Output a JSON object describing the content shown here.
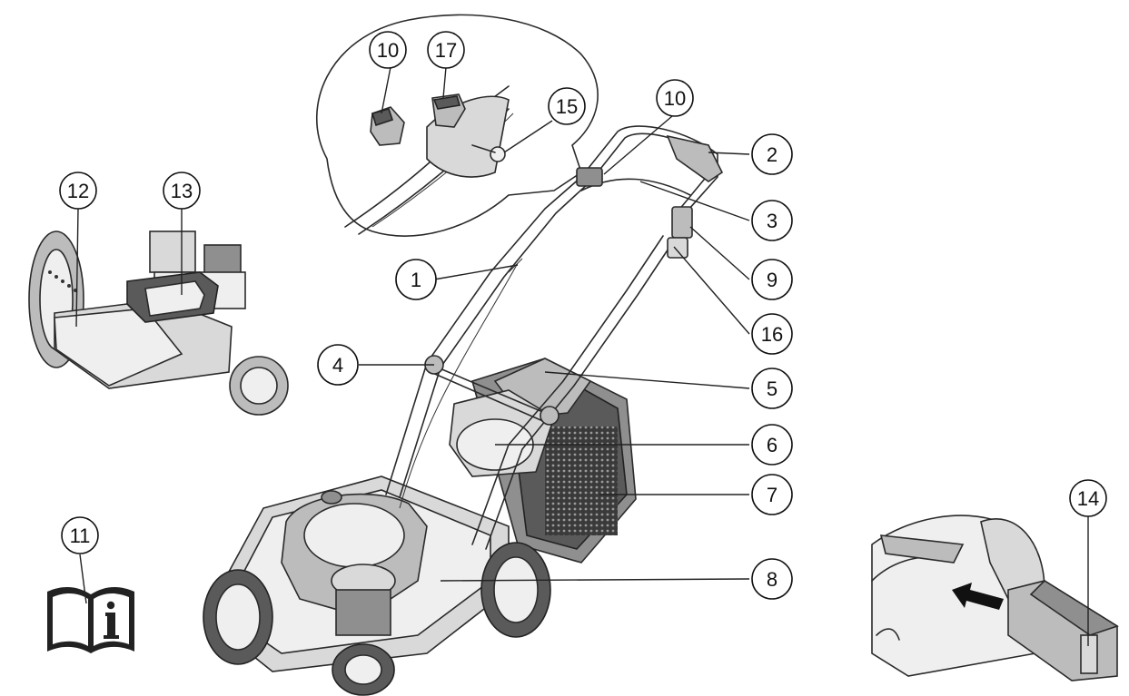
{
  "callouts": [
    {
      "id": "c1",
      "label": "1"
    },
    {
      "id": "c2",
      "label": "2"
    },
    {
      "id": "c3",
      "label": "3"
    },
    {
      "id": "c4",
      "label": "4"
    },
    {
      "id": "c5",
      "label": "5"
    },
    {
      "id": "c6",
      "label": "6"
    },
    {
      "id": "c7",
      "label": "7"
    },
    {
      "id": "c8",
      "label": "8"
    },
    {
      "id": "c9",
      "label": "9"
    },
    {
      "id": "c10a",
      "label": "10"
    },
    {
      "id": "c10b",
      "label": "10"
    },
    {
      "id": "c11",
      "label": "11"
    },
    {
      "id": "c12",
      "label": "12"
    },
    {
      "id": "c13",
      "label": "13"
    },
    {
      "id": "c14",
      "label": "14"
    },
    {
      "id": "c15",
      "label": "15"
    },
    {
      "id": "c16",
      "label": "16"
    },
    {
      "id": "c17",
      "label": "17"
    }
  ]
}
